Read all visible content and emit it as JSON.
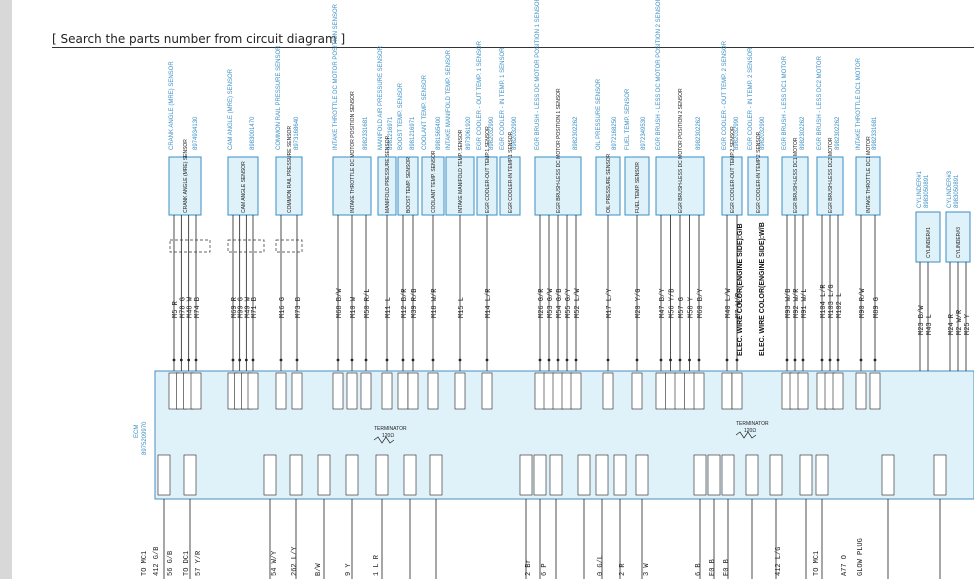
{
  "header": {
    "title": "[ Search the parts number from circuit diagram ]"
  },
  "ecm": {
    "label": "ECM",
    "part": "8975209970"
  },
  "sensors": [
    {
      "name": "CRANK ANGLE (MRE) SENSOR",
      "part": "8974934130",
      "box": "CRANK ANGLE (MRE) SENSOR",
      "wires": [
        "M5 R",
        "M78 G",
        "M48 W",
        "M74 B"
      ]
    },
    {
      "name": "CAM ANGLE (MRE) SENSOR",
      "part": "8983001470",
      "box": "CAM ANGLE SENSOR",
      "wires": [
        "M69 R",
        "M99 G",
        "M49 W",
        "M71 B"
      ]
    },
    {
      "name": "COMMON RAIL PRESSURE SENSOR",
      "part": "8973168640",
      "box": "COMMON RAIL PRESSURE SENSOR",
      "wires": [
        "M16 G",
        "M73 B"
      ]
    },
    {
      "name": "INTAKE THROTTLE DC MOTOR POSITION SENSOR",
      "part": "8982331681",
      "box": "INTAKE THROTTLE DC MOTOR POSITION SENSOR",
      "wires": [
        "M68 B/W",
        "M10 W",
        "M50 R/L"
      ]
    },
    {
      "name": "MANIFOLD AIR PRESSURE SENSOR",
      "part": "8981216971",
      "box": "MANIFOLD PRESSURE SENSOR",
      "wires": [
        "M11 L"
      ]
    },
    {
      "name": "BOOST TEMP. SENSOR",
      "part": "8981216971",
      "box": "BOOST TEMP. SENSOR",
      "wires": [
        "M12 B/R",
        "M39 R/B"
      ]
    },
    {
      "name": "COOLANT TEMP. SENSOR",
      "part": "8981565400",
      "box": "COOLANT TEMP. SENSOR",
      "wires": [
        "M18 W/R"
      ]
    },
    {
      "name": "INTAKE MANIFOLD TEMP. SENSOR",
      "part": "8973061920",
      "box": "INTAKE MANIFOLD TEMP. SENSOR",
      "wires": [
        "M15 L"
      ]
    },
    {
      "name": "EGR COOLER - OUT TEMP. 1 SENSOR",
      "part": "8982032990",
      "box": "EGR COOLER-OUT TEMP.1 SENSOR",
      "wires": [
        "M14 L/R"
      ]
    },
    {
      "name": "EGR COOLER - IN TEMP. 1 SENSOR",
      "part": "8982032990",
      "box": "EGR COOLER-IN TEMP.1 SENSOR",
      "wires": []
    },
    {
      "name": "EGR BRUSH - LESS DC MOTOR POSITION 1 SENSOR",
      "part": "8982302262",
      "box": "EGR BRUSH-LESS DC MOTOR POSITION 1 SENSOR",
      "wires": [
        "M26 G/R",
        "M53 G/W",
        "M54 G/B",
        "M55 G/Y",
        "M52 L/W"
      ]
    },
    {
      "name": "OIL PRESSURE SENSOR",
      "part": "8972168250",
      "box": "OIL PRESSURE SENSOR",
      "wires": [
        "M17 L/Y"
      ]
    },
    {
      "name": "FUEL TEMP. SENSOR",
      "part": "8972349530",
      "box": "FUEL TEMP. SENSOR",
      "wires": [
        "M20 Y/G"
      ]
    },
    {
      "name": "EGR BRUSH - LESS DC MOTOR POSITION 2 SENSOR",
      "part": "8982302262",
      "box": "EGR BRUSH-LESS DC MOTOR POSITION 2 SENSOR",
      "wires": [
        "M47 B/Y",
        "M56 Y/B",
        "M57 G",
        "M58 Y",
        "M60 B/Y"
      ]
    },
    {
      "name": "EGR COOLER - OUT TEMP. 2 SENSOR",
      "part": "8982032990",
      "box": "EGR COOLER-OUT TEMP.2 SENSOR",
      "wires": [
        "M40 L/W",
        "M7 W/R"
      ]
    },
    {
      "name": "EGR COOLER - IN TEMP. 2 SENSOR",
      "part": "8982032990",
      "box": "EGR COOLER-IN TEMP.2 SENSOR",
      "wires": []
    },
    {
      "name": "EGR BRUSH - LESS DC1 MOTOR",
      "part": "8982302262",
      "box": "EGR BRUSH-LESS DC1 MOTOR",
      "wires": [
        "M93 W/B",
        "M92 W/R",
        "M91 W/L"
      ]
    },
    {
      "name": "EGR BRUSH - LESS DC2 MOTOR",
      "part": "8982302262",
      "box": "EGR BRUSH-LESS DC2 MOTOR",
      "wires": [
        "M104 L/R",
        "M103 L/G",
        "M102 L"
      ]
    },
    {
      "name": "INTAKE THROTTLE DC1 MOTOR",
      "part": "8982331681",
      "box": "INTAKE THROTTLE DC1 MOTOR",
      "wires": [
        "M90 R/W",
        "M89 G"
      ]
    }
  ],
  "elec_labels": [
    "ELEC. WIRE COLOR(ENGINE SIDE):G/B",
    "ELEC. WIRE COLOR(ENGINE SIDE):W/B"
  ],
  "terminators": [
    {
      "label": "TERMINATOR",
      "value": "120Ω"
    },
    {
      "label": "TERMINATOR",
      "value": "120Ω"
    }
  ],
  "cylinders": [
    {
      "name": "CYLINDER#1",
      "part": "8983050891",
      "box": "CYLINDER#1",
      "wires": [
        "M23 B/W",
        "M43 L"
      ]
    },
    {
      "name": "CYLINDER#3",
      "part": "8983050891",
      "box": "CYLINDER#3",
      "wires": [
        "M24 R",
        "M2 W/R",
        "M25 Y"
      ]
    }
  ],
  "bottom_labels": [
    "TO MC1",
    "412 G/B",
    "56 G/B",
    "TO DC1",
    "57 Y/R",
    "54 W/Y",
    "262 L/Y",
    "B/W",
    "9 Y",
    "1 L R",
    "2 Br",
    "6 P",
    "0 G/L",
    "2 R",
    "3 W",
    "6 B",
    "E0 B",
    "E0 B",
    "412 L/G",
    "TO MC1",
    "A77 O",
    "GLOW PLUG"
  ]
}
